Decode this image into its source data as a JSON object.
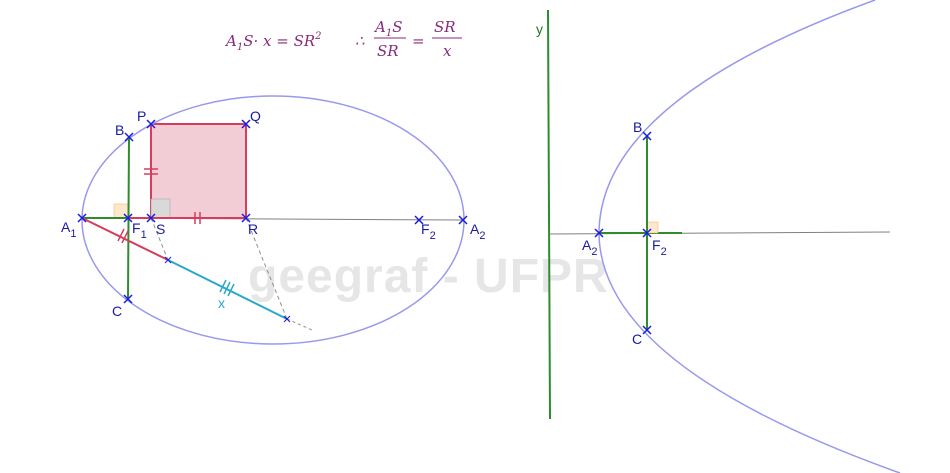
{
  "watermark": "geegraf - UFPR",
  "formula": {
    "lhs_a": "A",
    "lhs_a_sub": "1",
    "lhs_rest": "S· x = SR",
    "lhs_sup": "2",
    "therefore": "∴",
    "frac1_num_a": "A",
    "frac1_num_sub": "1",
    "frac1_num_rest": "S",
    "frac1_den": "SR",
    "equals": "=",
    "frac2_num": "SR",
    "frac2_den": "x"
  },
  "ellipse_labels": {
    "A1": "A",
    "A1_sub": "1",
    "A2": "A",
    "A2_sub": "2",
    "F1": "F",
    "F1_sub": "1",
    "F2": "F",
    "F2_sub": "2",
    "B": "B",
    "C": "C",
    "P": "P",
    "Q": "Q",
    "S": "S",
    "R": "R",
    "x": "x"
  },
  "parabola_labels": {
    "y": "y",
    "B": "B",
    "C": "C",
    "A2": "A",
    "A2_sub": "2",
    "F2": "F",
    "F2_sub": "2"
  },
  "colors": {
    "conic": "#9898ee",
    "axis": "#808080",
    "square": "#d63c5c",
    "square_fill": "#f3cdd6",
    "latus": "#2e8b2e",
    "segment_x": "#2aa7c9",
    "point": "#1a1ae0",
    "dashed": "#909090"
  }
}
